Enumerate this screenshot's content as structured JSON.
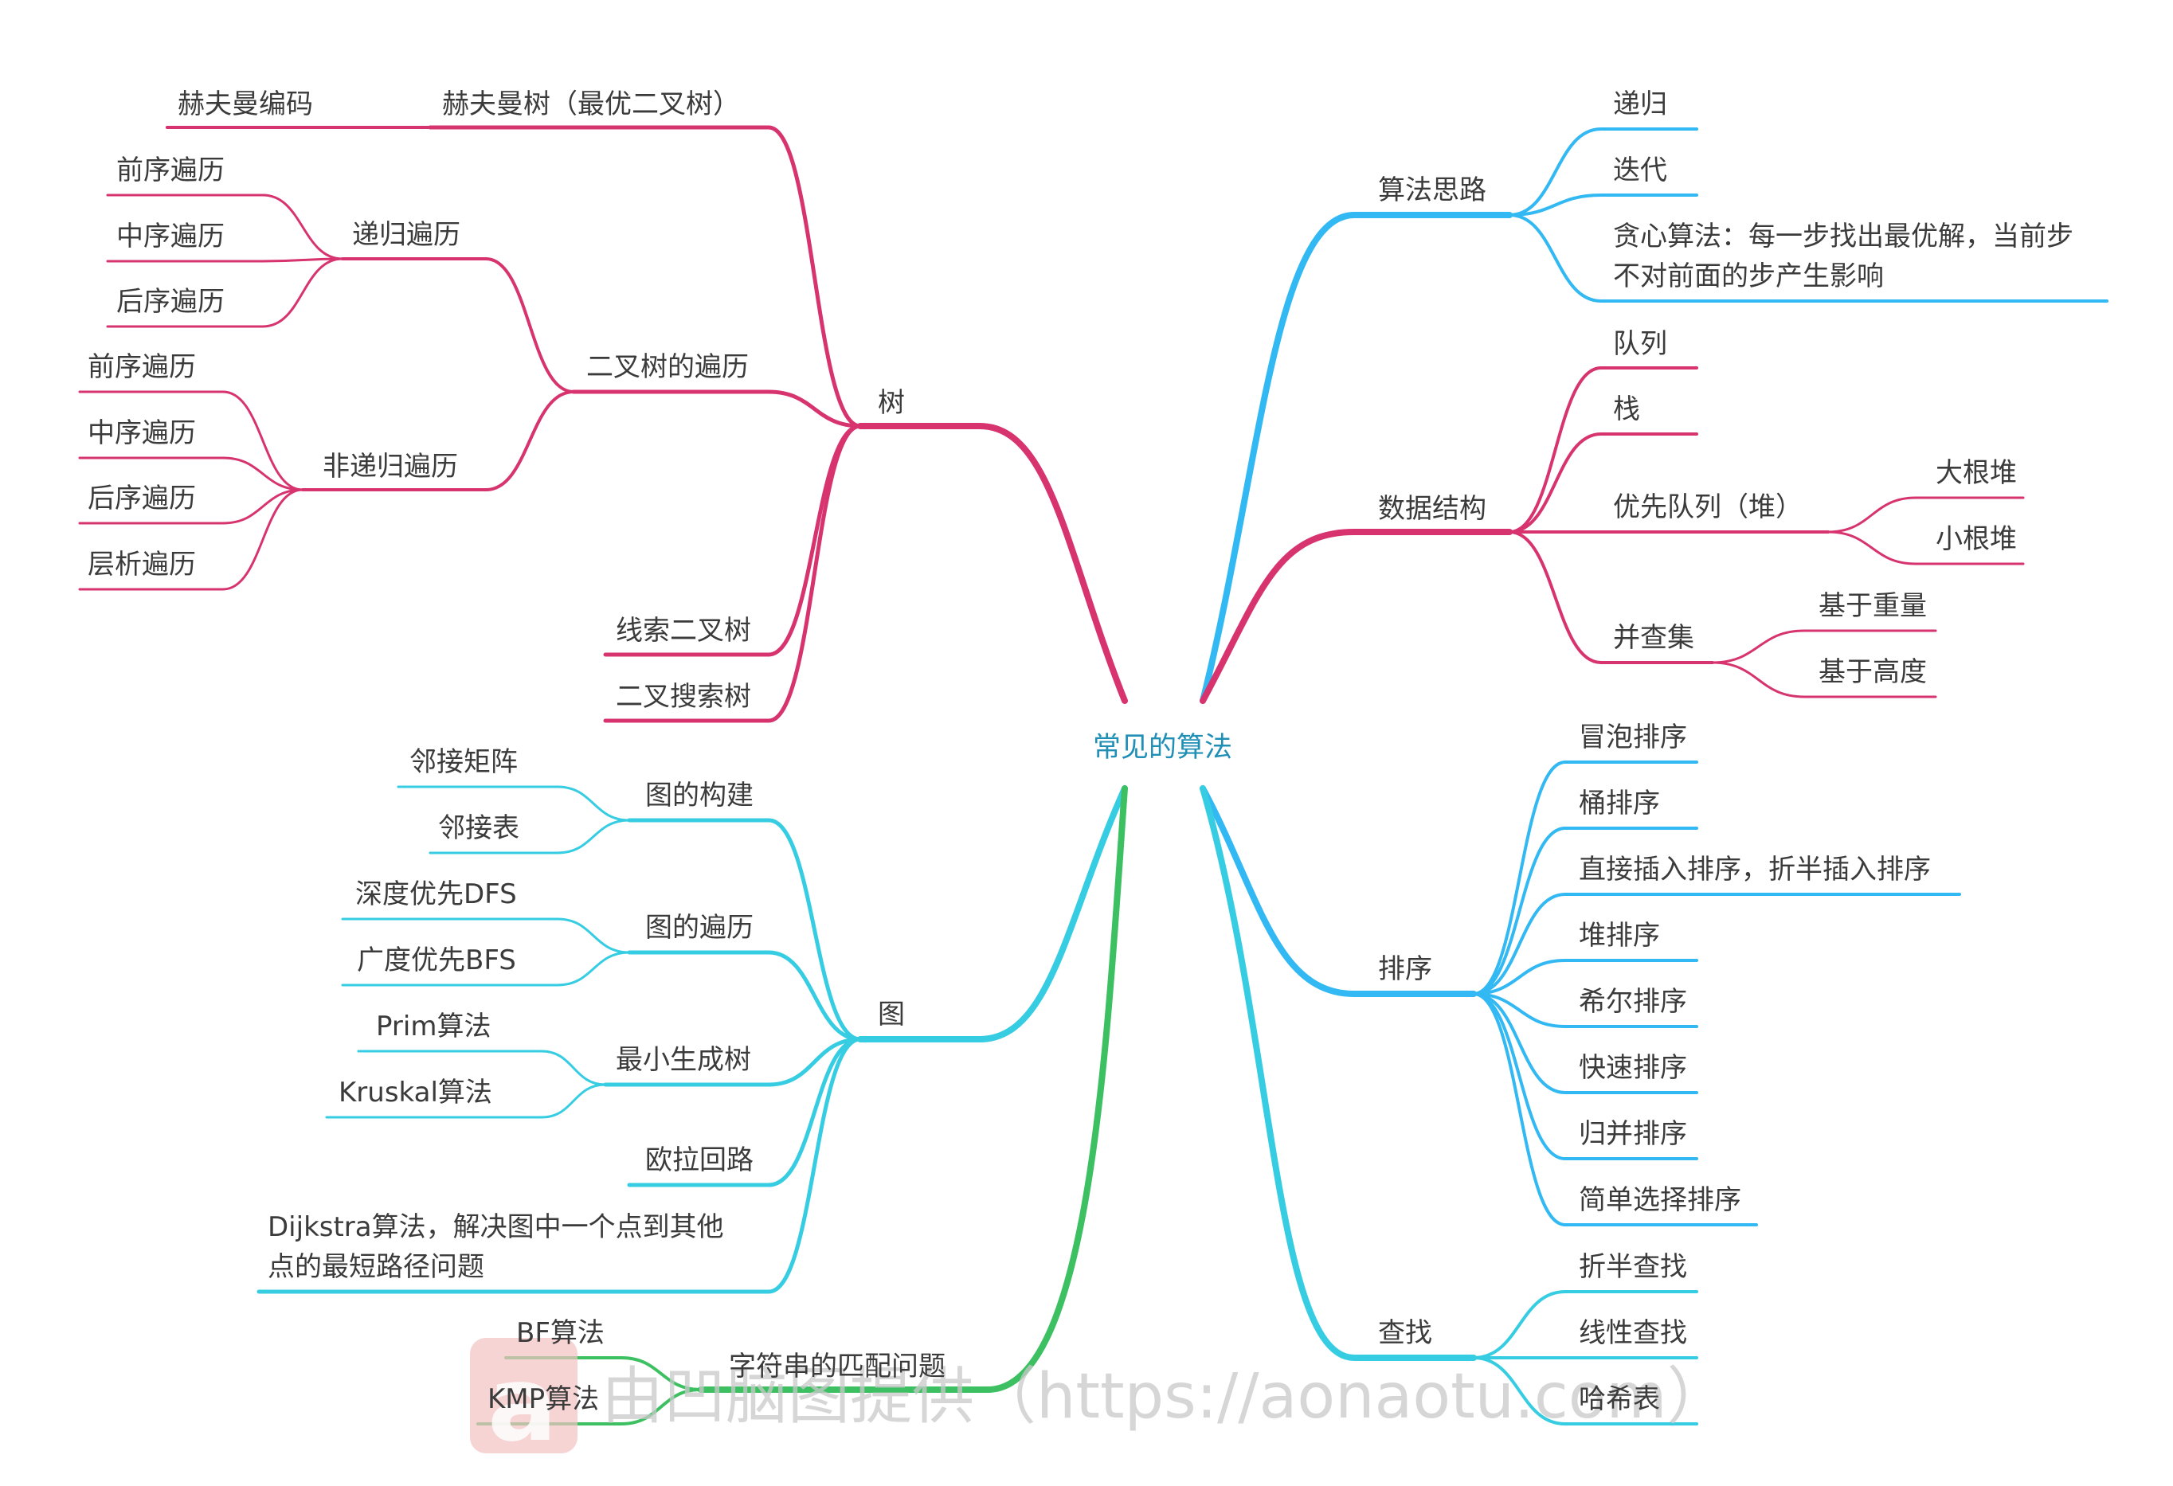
{
  "root": "常见的算法",
  "colors": {
    "tree": "#d7346f",
    "graph": "#36cde3",
    "string": "#3cc061",
    "algo": "#32b8f2",
    "ds": "#d7346f",
    "sort": "#32b8f2",
    "search": "#36cde3",
    "root_text": "#1f8fb6",
    "text": "#3b3b3b",
    "watermark_logo": "#f2b6b6"
  },
  "branches": {
    "tree": {
      "label": "树",
      "huffman": {
        "label": "赫夫曼树（最优二叉树）",
        "child": "赫夫曼编码"
      },
      "traversal": {
        "label": "二叉树的遍历",
        "recursive": {
          "label": "递归遍历",
          "items": [
            "前序遍历",
            "中序遍历",
            "后序遍历"
          ]
        },
        "nonrecursive": {
          "label": "非递归遍历",
          "items": [
            "前序遍历",
            "中序遍历",
            "后序遍历",
            "层析遍历"
          ]
        }
      },
      "threaded": "线索二叉树",
      "bst": "二叉搜索树"
    },
    "graph": {
      "label": "图",
      "build": {
        "label": "图的构建",
        "items": [
          "邻接矩阵",
          "邻接表"
        ]
      },
      "traverse": {
        "label": "图的遍历",
        "items": [
          "深度优先DFS",
          "广度优先BFS"
        ]
      },
      "mst": {
        "label": "最小生成树",
        "items": [
          "Prim算法",
          "Kruskal算法"
        ]
      },
      "euler": "欧拉回路",
      "dijkstra": [
        "Dijkstra算法，解决图中一个点到其他",
        "点的最短路径问题"
      ]
    },
    "string": {
      "label": "字符串的匹配问题",
      "items": [
        "BF算法",
        "KMP算法"
      ]
    },
    "algo_ideas": {
      "label": "算法思路",
      "items": [
        "递归",
        "迭代"
      ],
      "greedy": [
        "贪心算法：每一步找出最优解，当前步",
        "不对前面的步产生影响"
      ]
    },
    "data_structures": {
      "label": "数据结构",
      "queue": "队列",
      "stack": "栈",
      "pq": {
        "label": "优先队列（堆）",
        "items": [
          "大根堆",
          "小根堆"
        ]
      },
      "uf": {
        "label": "并查集",
        "items": [
          "基于重量",
          "基于高度"
        ]
      }
    },
    "sorting": {
      "label": "排序",
      "items": [
        "冒泡排序",
        "桶排序",
        "直接插入排序，折半插入排序",
        "堆排序",
        "希尔排序",
        "快速排序",
        "归并排序",
        "简单选择排序"
      ]
    },
    "searching": {
      "label": "查找",
      "items": [
        "折半查找",
        "线性查找",
        "哈希表"
      ]
    }
  },
  "watermark": {
    "logo_letter": "a",
    "text": "由凹脑图提供（https://aonaotu.com）"
  }
}
